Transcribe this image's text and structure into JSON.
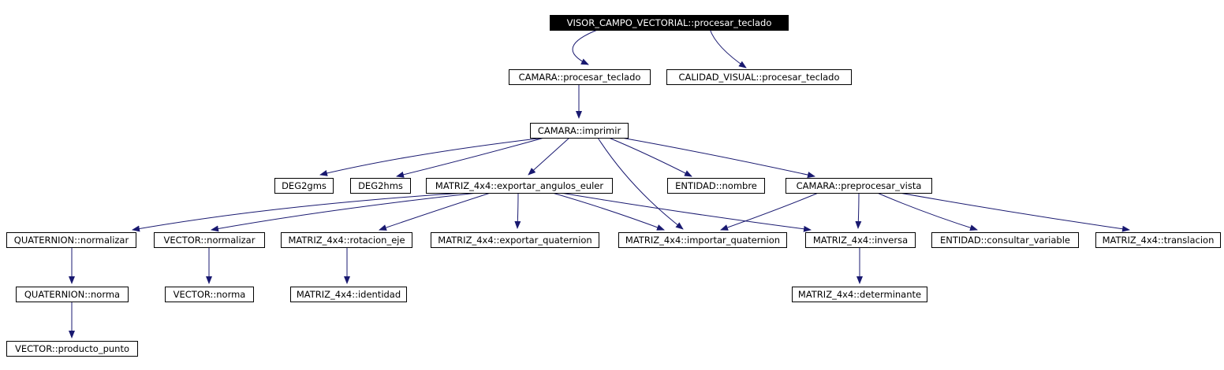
{
  "graph": {
    "nodes": {
      "root": "VISOR_CAMPO_VECTORIAL::procesar_teclado",
      "camara_teclado": "CAMARA::procesar_teclado",
      "calidad_teclado": "CALIDAD_VISUAL::procesar_teclado",
      "camara_imprimir": "CAMARA::imprimir",
      "deg2gms": "DEG2gms",
      "deg2hms": "DEG2hms",
      "exportar_euler": "MATRIZ_4x4::exportar_angulos_euler",
      "entidad_nombre": "ENTIDAD::nombre",
      "preprocesar_vista": "CAMARA::preprocesar_vista",
      "quat_normalizar": "QUATERNION::normalizar",
      "vector_normalizar": "VECTOR::normalizar",
      "rotacion_eje": "MATRIZ_4x4::rotacion_eje",
      "exportar_quat": "MATRIZ_4x4::exportar_quaternion",
      "importar_quat": "MATRIZ_4x4::importar_quaternion",
      "inversa": "MATRIZ_4x4::inversa",
      "consultar_variable": "ENTIDAD::consultar_variable",
      "traslacion": "MATRIZ_4x4::translacion",
      "quat_norma": "QUATERNION::norma",
      "vector_norma": "VECTOR::norma",
      "identidad": "MATRIZ_4x4::identidad",
      "determinante": "MATRIZ_4x4::determinante",
      "producto_punto": "VECTOR::producto_punto"
    }
  }
}
